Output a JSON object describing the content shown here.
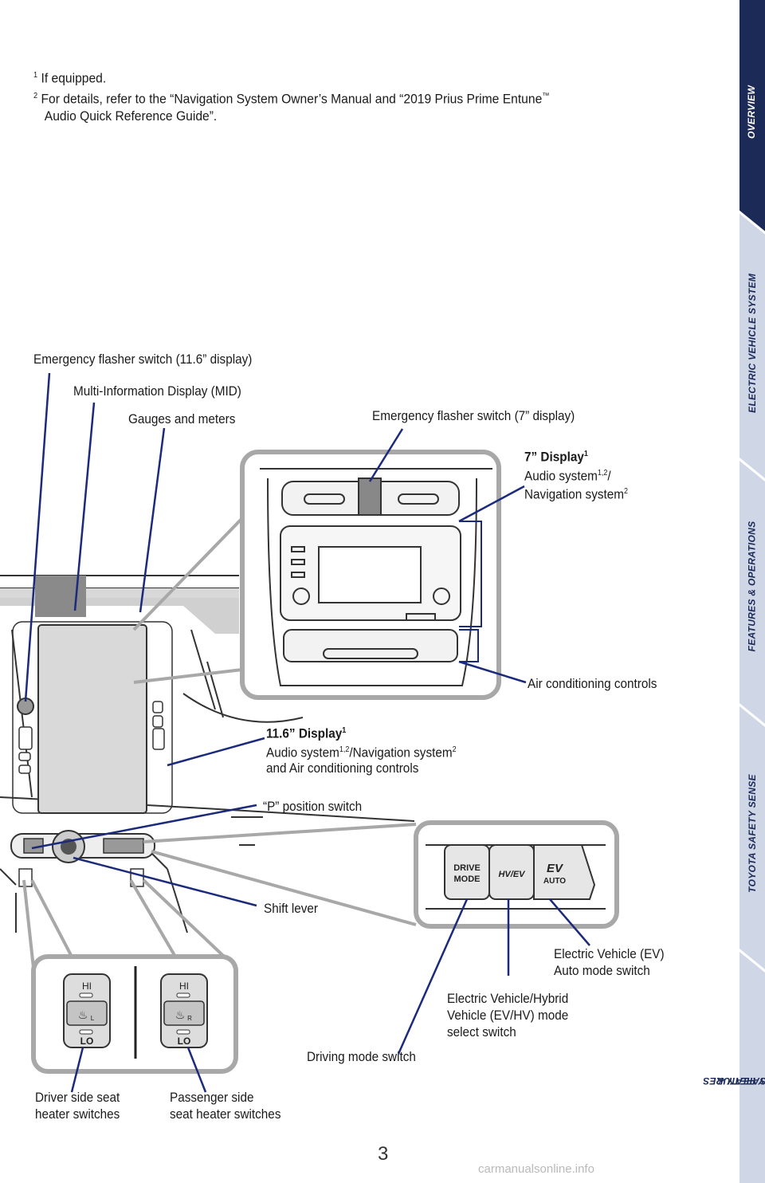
{
  "footnotes": {
    "fn1_mark": "1",
    "fn1_text": "If equipped.",
    "fn2_mark": "2",
    "fn2_text_a": "For details, refer to the “Navigation System Owner’s Manual and “2019 Prius Prime Entune",
    "fn2_tm": "™",
    "fn2_text_b": "Audio Quick Reference Guide”."
  },
  "labels": {
    "flasher_11": "Emergency flasher switch (11.6” display)",
    "mid": "Multi-Information Display (MID)",
    "gauges": "Gauges and meters",
    "flasher_7": "Emergency flasher switch (7” display)",
    "display7_title": "7” Display",
    "display7_sup": "1",
    "display7_audio": "Audio system",
    "display7_audio_sup": "1,2",
    "display7_slash": "/",
    "display7_nav": "Navigation system",
    "display7_nav_sup": "2",
    "ac_controls": "Air conditioning controls",
    "display11_title": "11.6” Display",
    "display11_sup": "1",
    "display11_audio": "Audio system",
    "display11_audio_sup": "1,2",
    "display11_nav": "/Navigation system",
    "display11_nav_sup": "2",
    "display11_ac": "and Air conditioning controls",
    "p_switch": "“P” position switch",
    "shift_lever": "Shift lever",
    "ev_auto_1": "Electric Vehicle (EV)",
    "ev_auto_2": "Auto mode switch",
    "evhv_1": "Electric Vehicle/Hybrid",
    "evhv_2": "Vehicle (EV/HV) mode",
    "evhv_3": "select switch",
    "drive_mode": "Driving mode switch",
    "driver_seat_1": "Driver side seat",
    "driver_seat_2": "heater switches",
    "pass_seat_1": "Passenger side",
    "pass_seat_2": "seat heater switches"
  },
  "buttons": {
    "drive_mode_1": "DRIVE",
    "drive_mode_2": "MODE",
    "ev_auto_1": "EV",
    "ev_auto_2": "AUTO",
    "hvev": "HV/EV",
    "hi": "HI",
    "lo": "LO",
    "left": "L",
    "right": "R"
  },
  "sidebar": {
    "tabs": [
      "OVERVIEW",
      "ELECTRIC VEHICLE SYSTEM",
      "FEATURES & OPERATIONS",
      "TOYOTA SAFETY SENSE",
      "SAFETY &",
      "EMERGENCY FEATURES"
    ],
    "active_color": "#1b2a57",
    "inactive_color": "#cfd6e6"
  },
  "page_number": "3",
  "watermark": "carmanualsonline.info",
  "colors": {
    "leader": "#1b2a7a",
    "inset_border": "#a8a8a8"
  }
}
